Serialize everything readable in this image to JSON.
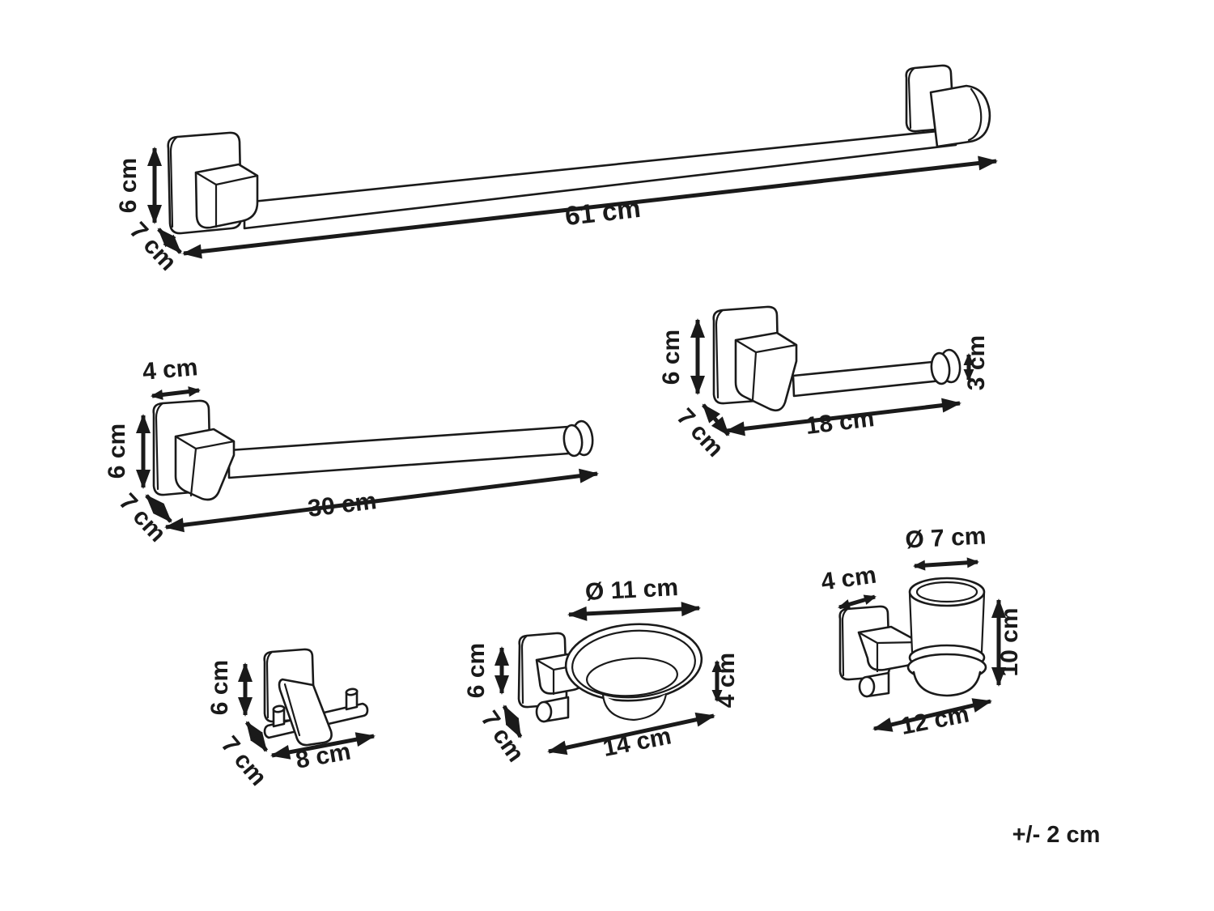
{
  "colors": {
    "background": "#ffffff",
    "line": "#1a1a1a"
  },
  "tolerance_note": "+/- 2 cm",
  "items": {
    "towel_bar": {
      "width": "61 cm",
      "height": "6 cm",
      "depth": "7 cm"
    },
    "towel_holder": {
      "plate_width": "4 cm",
      "width": "30 cm",
      "height": "6 cm",
      "depth": "7 cm"
    },
    "toilet_roll_holder": {
      "width": "18 cm",
      "height": "6 cm",
      "depth": "7 cm",
      "end_cap": "3 cm"
    },
    "double_hook": {
      "width": "8 cm",
      "height": "6 cm",
      "depth": "7 cm"
    },
    "soap_dish": {
      "diameter": "Ø 11 cm",
      "width": "14 cm",
      "height": "6 cm",
      "depth": "7 cm",
      "dish_height": "4 cm"
    },
    "tumbler_holder": {
      "diameter": "Ø 7 cm",
      "plate_width": "4 cm",
      "width": "12 cm",
      "height": "10 cm"
    }
  }
}
